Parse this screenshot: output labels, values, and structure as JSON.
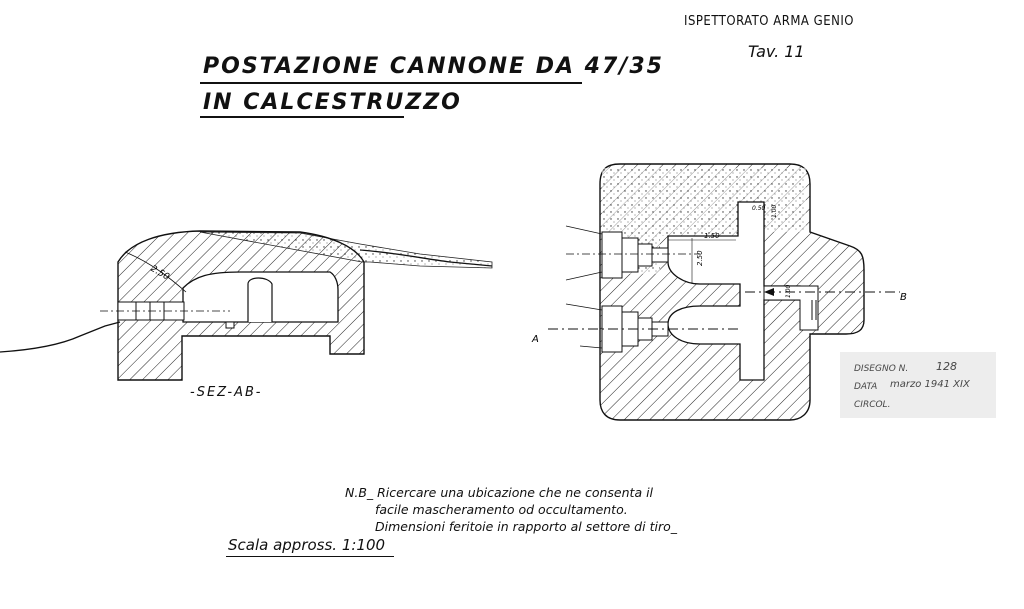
{
  "header": {
    "office": "ISPETTORATO ARMA GENIO",
    "plate": "Tav. 11"
  },
  "title": {
    "line1": "POSTAZIONE CANNONE DA 47/35",
    "line2": "IN CALCESTRUZZO"
  },
  "section": {
    "label": "-SEZ-AB-",
    "dimension": "2.50"
  },
  "plan": {
    "point_a": "A",
    "point_b": "B",
    "dim_opening_width": "1.50",
    "dim_opening_height": "2.50",
    "dim_small_a": "0.50",
    "dim_small_b": "1.00",
    "dim_step": "1.00"
  },
  "stamp": {
    "drawing_label": "DISEGNO N.",
    "drawing_number": "128",
    "date_label": "DATA",
    "date_value": "marzo 1941 XIX",
    "third_label": "CIRCOL."
  },
  "note": {
    "line1": "N.B_ Ricercare una ubicazione che ne consenta il",
    "line2": "facile mascheramento od occultamento.",
    "line3": "Dimensioni feritoie in rapporto al settore di tiro_"
  },
  "scale": "Scala appross. 1:100"
}
